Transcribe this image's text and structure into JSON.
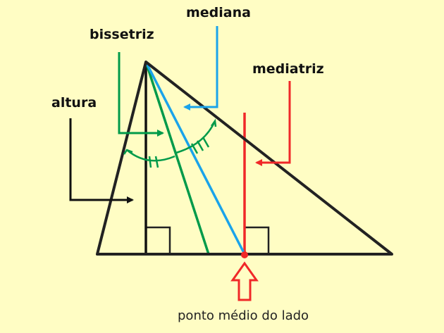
{
  "labels": {
    "mediana": "mediana",
    "bissetriz": "bissetriz",
    "mediatriz": "mediatriz",
    "altura": "altura",
    "caption": "ponto médio do lado"
  },
  "colors": {
    "background": "#fffdc4",
    "triangle": "#222222",
    "altura": "#111111",
    "bissetriz": "#009a4a",
    "mediana": "#1aa3ea",
    "mediatriz": "#f02828"
  }
}
